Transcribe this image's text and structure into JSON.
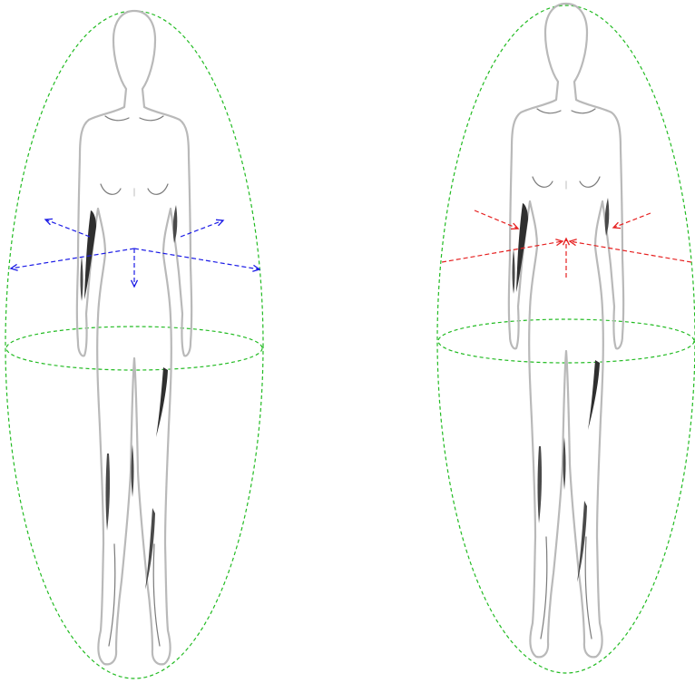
{
  "figure": {
    "panels": [
      {
        "id": "expand",
        "arrow_direction": "outward",
        "colors": {
          "envelope": "#22bb22",
          "arrows": "#1a1ae6"
        }
      },
      {
        "id": "contract",
        "arrow_direction": "inward",
        "colors": {
          "envelope": "#22bb22",
          "arrows": "#e62020"
        }
      }
    ],
    "background": "#ffffff"
  }
}
